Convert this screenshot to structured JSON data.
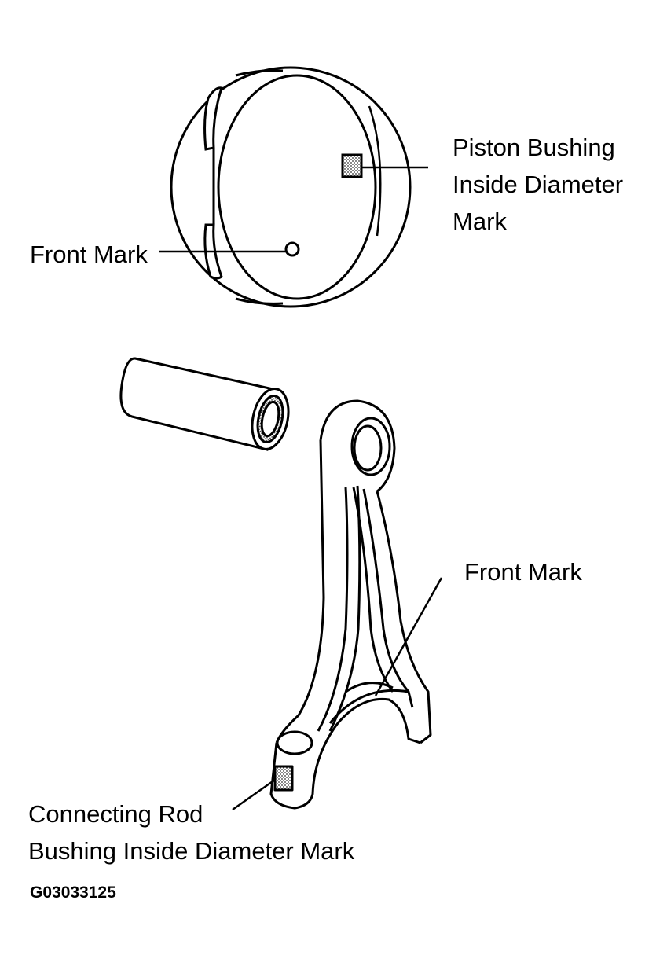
{
  "labels": {
    "piston_bushing": [
      "Piston Bushing",
      "Inside Diameter",
      "Mark"
    ],
    "piston_front_mark": "Front Mark",
    "rod_front_mark": "Front Mark",
    "rod_bushing": [
      "Connecting Rod",
      "Bushing Inside Diameter Mark"
    ]
  },
  "figure_code": "G03033125",
  "colors": {
    "line": "#000000",
    "fill": "#ffffff",
    "stipple": "#8a8a8a"
  }
}
